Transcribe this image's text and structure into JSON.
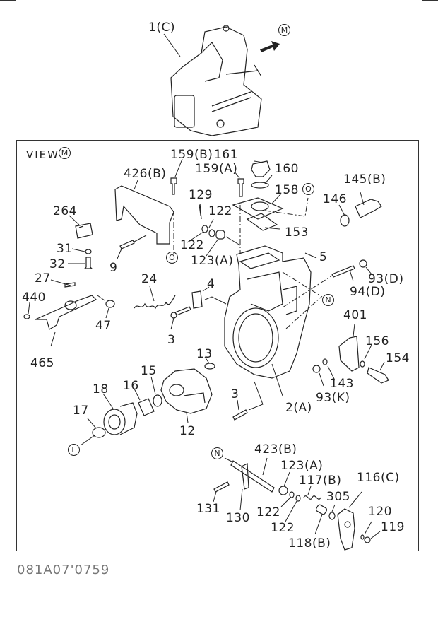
{
  "title_assembly": {
    "label": "1(C)",
    "view_marker": "M"
  },
  "view": {
    "title": "VIEW",
    "marker": "M"
  },
  "document_number": "081A07'0759",
  "callouts": [
    {
      "id": "159b",
      "text": "159(B)"
    },
    {
      "id": "161",
      "text": "161"
    },
    {
      "id": "159a",
      "text": "159(A)"
    },
    {
      "id": "160",
      "text": "160"
    },
    {
      "id": "426b",
      "text": "426(B)"
    },
    {
      "id": "145b",
      "text": "145(B)"
    },
    {
      "id": "158",
      "text": "158"
    },
    {
      "id": "129",
      "text": "129"
    },
    {
      "id": "146",
      "text": "146"
    },
    {
      "id": "264",
      "text": "264"
    },
    {
      "id": "122a",
      "text": "122"
    },
    {
      "id": "153",
      "text": "153"
    },
    {
      "id": "31",
      "text": "31"
    },
    {
      "id": "122b",
      "text": "122"
    },
    {
      "id": "32",
      "text": "32"
    },
    {
      "id": "9",
      "text": "9"
    },
    {
      "id": "123a_top",
      "text": "123(A)"
    },
    {
      "id": "5",
      "text": "5"
    },
    {
      "id": "27",
      "text": "27"
    },
    {
      "id": "24",
      "text": "24"
    },
    {
      "id": "93d",
      "text": "93(D)"
    },
    {
      "id": "4",
      "text": "4"
    },
    {
      "id": "94d",
      "text": "94(D)"
    },
    {
      "id": "440",
      "text": "440"
    },
    {
      "id": "47",
      "text": "47"
    },
    {
      "id": "3a",
      "text": "3"
    },
    {
      "id": "401",
      "text": "401"
    },
    {
      "id": "156",
      "text": "156"
    },
    {
      "id": "465",
      "text": "465"
    },
    {
      "id": "13",
      "text": "13"
    },
    {
      "id": "154",
      "text": "154"
    },
    {
      "id": "143",
      "text": "143"
    },
    {
      "id": "15",
      "text": "15"
    },
    {
      "id": "18",
      "text": "18"
    },
    {
      "id": "16",
      "text": "16"
    },
    {
      "id": "93k",
      "text": "93(K)"
    },
    {
      "id": "2a",
      "text": "2(A)"
    },
    {
      "id": "3b",
      "text": "3"
    },
    {
      "id": "17",
      "text": "17"
    },
    {
      "id": "12",
      "text": "12"
    },
    {
      "id": "423b",
      "text": "423(B)"
    },
    {
      "id": "123a_bot",
      "text": "123(A)"
    },
    {
      "id": "116c",
      "text": "116(C)"
    },
    {
      "id": "117b",
      "text": "117(B)"
    },
    {
      "id": "305",
      "text": "305"
    },
    {
      "id": "131",
      "text": "131"
    },
    {
      "id": "120",
      "text": "120"
    },
    {
      "id": "130",
      "text": "130"
    },
    {
      "id": "122c",
      "text": "122"
    },
    {
      "id": "122d",
      "text": "122"
    },
    {
      "id": "119",
      "text": "119"
    },
    {
      "id": "118b",
      "text": "118(B)"
    }
  ],
  "reference_markers": [
    {
      "id": "o1",
      "text": "O"
    },
    {
      "id": "o2",
      "text": "O"
    },
    {
      "id": "n1",
      "text": "N"
    },
    {
      "id": "n2",
      "text": "N"
    },
    {
      "id": "l1",
      "text": "L"
    }
  ]
}
